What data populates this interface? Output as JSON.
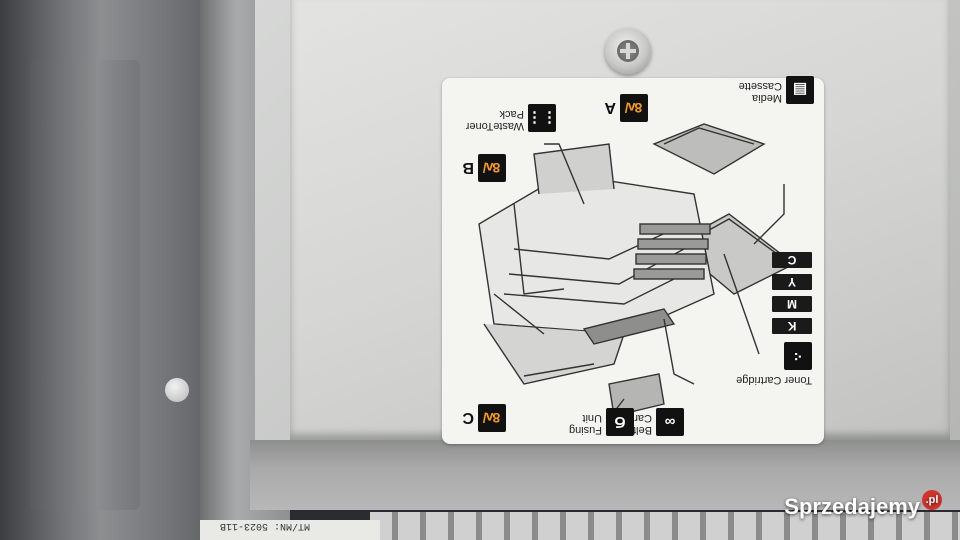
{
  "label": {
    "media_cassette": "Media\nCassette",
    "waste_toner_pack": "WasteToner\nPack",
    "toner_cartridge": "Toner Cartridge",
    "belt_cartridge": "Belt\nCartridge",
    "fusing_unit": "Fusing\nUnit",
    "marker_a": "A",
    "marker_b": "B",
    "marker_c": "C",
    "hot_symbol": "8ʌ/",
    "toner_colors": [
      "C",
      "Y",
      "M",
      "K"
    ]
  },
  "model_strip": "MT/MN: 5023-11B",
  "watermark": {
    "text": "Sprzedajemy",
    "suffix": ".pl"
  },
  "colors": {
    "hot_orange": "#f39a1c",
    "label_bg": "#f4f4f1",
    "watermark_dot": "#d0342c"
  }
}
